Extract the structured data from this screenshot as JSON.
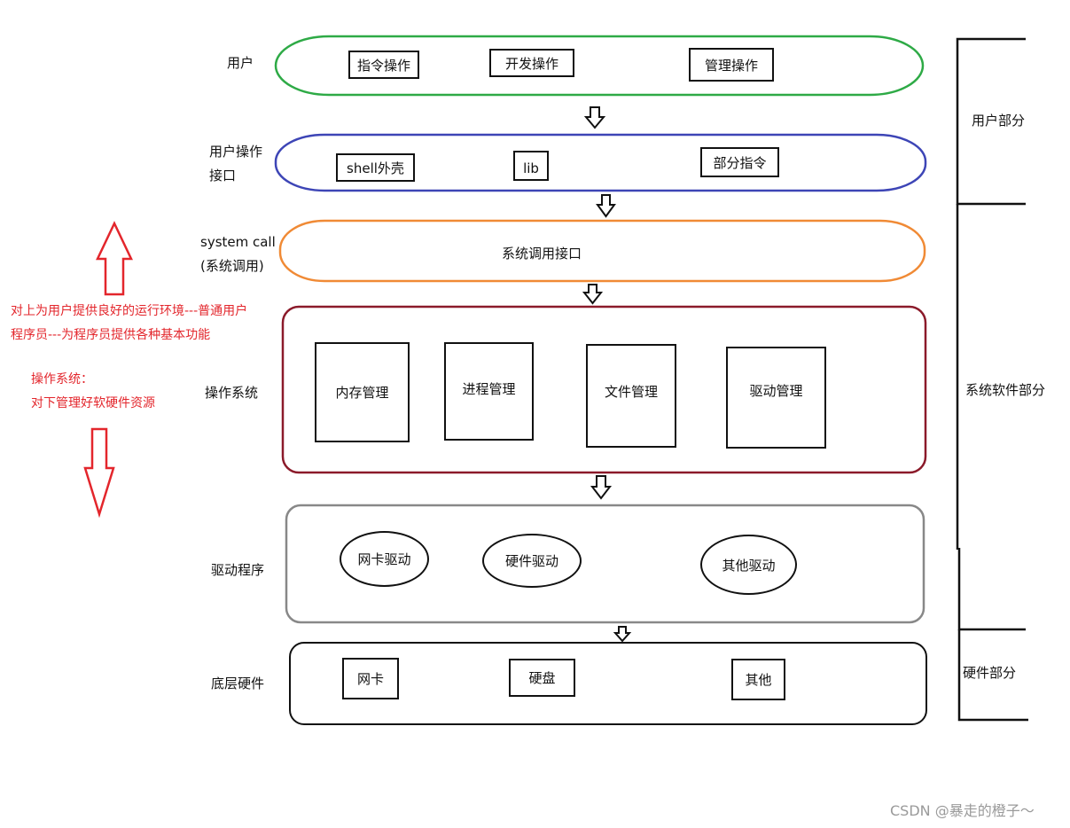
{
  "layers": {
    "user": {
      "label": "用户",
      "items": [
        "指令操作",
        "开发操作",
        "管理操作"
      ]
    },
    "user_interface": {
      "label_line1": "用户操作",
      "label_line2": "接口",
      "items": [
        "shell外壳",
        "lib",
        "部分指令"
      ]
    },
    "system_call": {
      "label_line1": "system call",
      "label_line2": "(系统调用)",
      "content": "系统调用接口"
    },
    "os": {
      "label": "操作系统",
      "items": [
        "内存管理",
        "进程管理",
        "文件管理",
        "驱动管理"
      ]
    },
    "drivers": {
      "label": "驱动程序",
      "items": [
        "网卡驱动",
        "硬件驱动",
        "其他驱动"
      ]
    },
    "hardware": {
      "label": "底层硬件",
      "items": [
        "网卡",
        "硬盘",
        "其他"
      ]
    }
  },
  "annotations": {
    "upper_line1": "对上为用户提供良好的运行环境---普通用户",
    "upper_line2": "程序员---为程序员提供各种基本功能",
    "lower_line1": "操作系统：",
    "lower_line2": "对下管理好软硬件资源"
  },
  "brackets": {
    "user_part": "用户部分",
    "system_software_part": "系统软件部分",
    "hardware_part": "硬件部分"
  },
  "watermark": "CSDN @暴走的橙子～",
  "colors": {
    "user_layer": "#2eaa46",
    "interface_layer": "#3d45b6",
    "syscall_layer": "#f08a35",
    "os_layer": "#8b1a2a",
    "driver_layer": "#888888",
    "annotation": "#e3262c"
  }
}
